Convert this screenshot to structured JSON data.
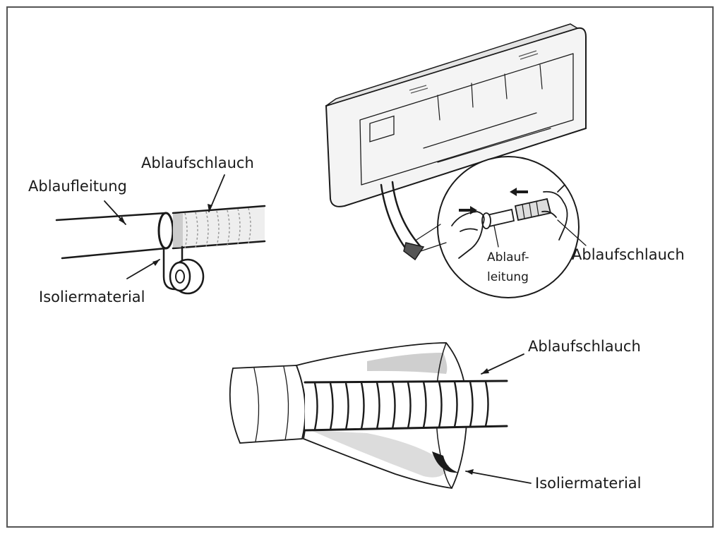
{
  "labels": {
    "top_left": {
      "drain_pipe": "Ablaufleitung",
      "drain_hose": "Ablaufschlauch",
      "insulation": "Isoliermaterial"
    },
    "top_right": {
      "drain_pipe_line1": "Ablauf-",
      "drain_pipe_line2": "leitung",
      "drain_hose": "Ablaufschlauch"
    },
    "bottom": {
      "drain_hose": "Ablaufschlauch",
      "insulation": "Isoliermaterial"
    }
  },
  "colors": {
    "ink": "#1a1a1a",
    "frame": "#555555",
    "shade": "#cfcfcf",
    "unit_fill": "#f4f4f4"
  }
}
